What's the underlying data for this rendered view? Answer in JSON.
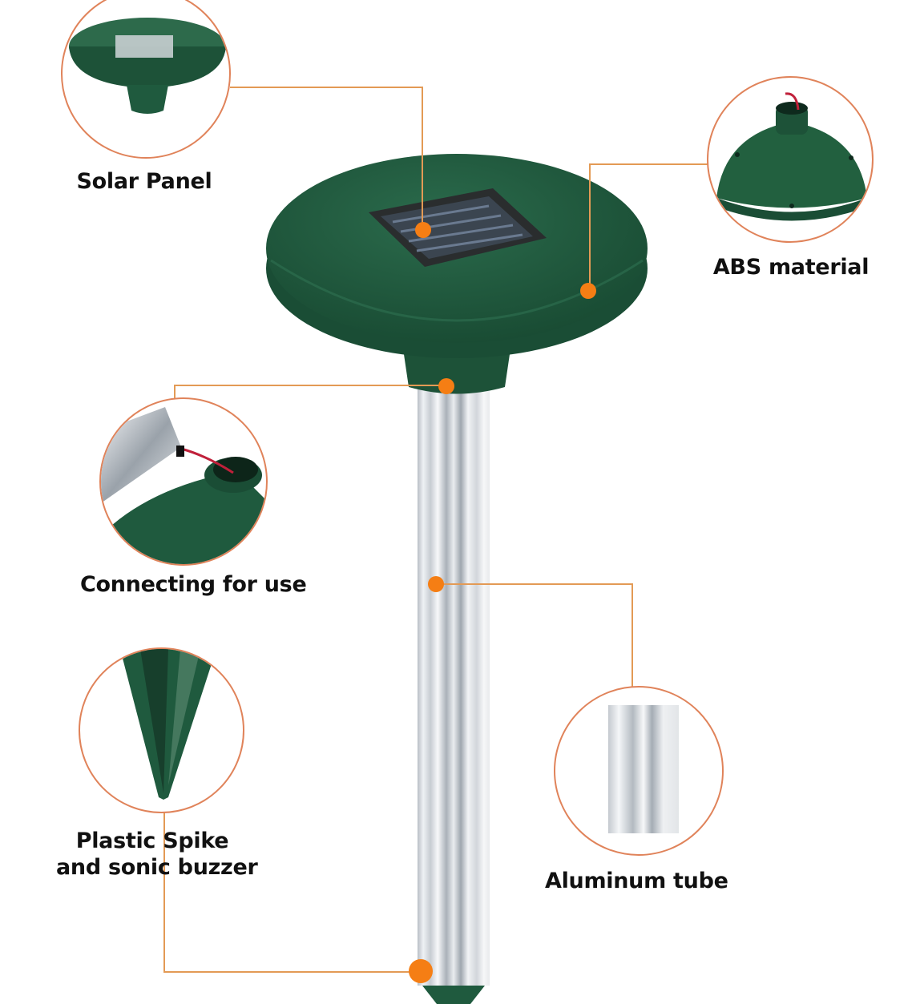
{
  "page": {
    "title": "Solar mole repeller feature diagram"
  },
  "colors": {
    "product_green": "#1f5a3e",
    "callout_orange": "#f57e14",
    "leader_line": "#e39a55",
    "circle_border": "#e0835a",
    "label_text": "#111111"
  },
  "callouts": [
    {
      "id": "solar-panel",
      "label": "Solar Panel"
    },
    {
      "id": "abs-material",
      "label": "ABS material"
    },
    {
      "id": "connecting",
      "label": "Connecting for use"
    },
    {
      "id": "plastic-spike",
      "label_line1": "Plastic Spike",
      "label_line2": "and sonic buzzer"
    },
    {
      "id": "aluminum-tube",
      "label": "Aluminum tube"
    }
  ]
}
